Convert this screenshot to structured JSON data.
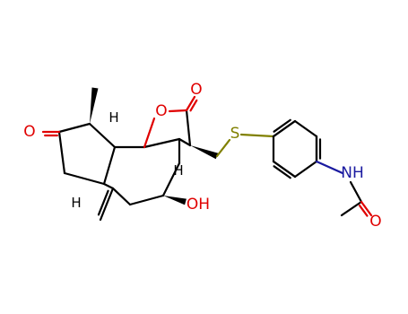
{
  "atoms": {
    "ketone_o": "O",
    "lactone_ring_o": "O",
    "lactone_carbonyl_o": "O",
    "sulfur": "S",
    "amide_nh": "NH",
    "amide_o": "O",
    "hydroxyl": "OH"
  },
  "stereo_h": {
    "h_upper": "H",
    "h_lower_left": "H",
    "h_ring_junction": "H"
  },
  "colors": {
    "bond": "#000000",
    "oxygen": "#e00000",
    "sulfur": "#808000",
    "nitrogen": "#1a1aa0"
  }
}
